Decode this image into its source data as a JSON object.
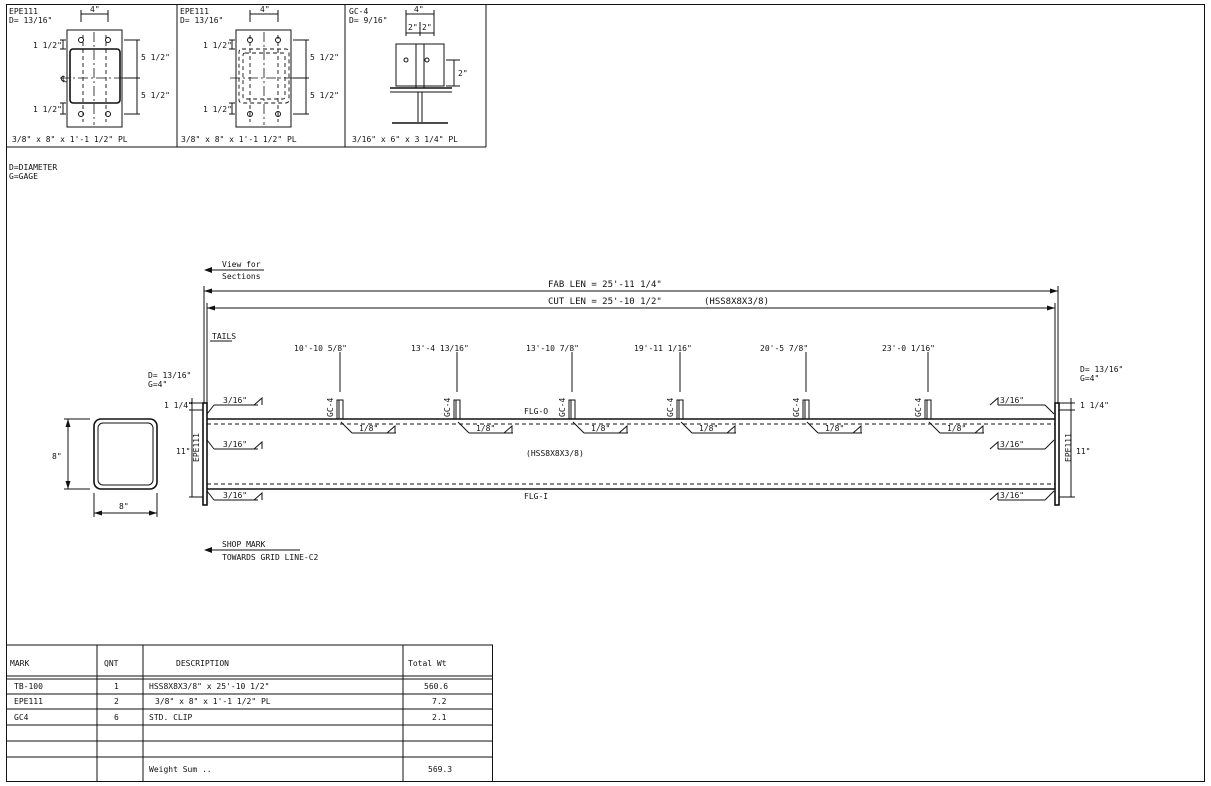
{
  "details": [
    {
      "title": "EPE111",
      "diameter": "D= 13/16\"",
      "width_dim": "4\"",
      "edge_top": "1 1/2\"",
      "edge_bottom": "1 1/2\"",
      "span_top": "5 1/2\"",
      "span_bottom": "5 1/2\"",
      "centerline": "℄",
      "caption": "3/8\" x 8\" x 1'-1 1/2\" PL"
    },
    {
      "title": "EPE111",
      "diameter": "D= 13/16\"",
      "width_dim": "4\"",
      "edge_top": "1 1/2\"",
      "edge_bottom": "1 1/2\"",
      "span_top": "5 1/2\"",
      "span_bottom": "5 1/2\"",
      "caption": "3/8\" x 8\" x 1'-1 1/2\" PL"
    },
    {
      "title": "GC-4",
      "diameter": "D= 9/16\"",
      "width_dim": "4\"",
      "gage_left": "2\"",
      "gage_right": "2\"",
      "height_dim": "2\"",
      "caption": "3/16\" x 6\" x 3 1/4\" PL"
    }
  ],
  "legend": {
    "diameter": "D=DIAMETER",
    "gage": "G=GAGE"
  },
  "view_for": {
    "line1": "View for",
    "line2": "Sections"
  },
  "fab_len": "FAB LEN = 25'-11 1/4\"",
  "cut_len": "CUT LEN = 25'-10 1/2\"",
  "member_top": "(HSS8X8X3/8)",
  "member_mid": "(HSS8X8X3/8)",
  "tails": "TAILS",
  "left_end": {
    "diameter": "D= 13/16\"",
    "gage": "G=4\"",
    "top_dim": "1 1/4\"",
    "height_dim": "11\"",
    "plate": "EPE111"
  },
  "right_end": {
    "diameter": "D= 13/16\"",
    "gage": "G=4\"",
    "top_dim": "1 1/4\"",
    "height_dim": "11\"",
    "plate": "EPE111"
  },
  "clips": [
    {
      "dim": "10'-10 5/8\"",
      "label": "GC-4"
    },
    {
      "dim": "13'-4 13/16\"",
      "label": "GC-4"
    },
    {
      "dim": "13'-10 7/8\"",
      "label": "GC-4"
    },
    {
      "dim": "19'-11 1/16\"",
      "label": "GC-4"
    },
    {
      "dim": "20'-5 7/8\"",
      "label": "GC-4"
    },
    {
      "dim": "23'-0 1/16\"",
      "label": "GC-4"
    }
  ],
  "clip_weld": "1/8\"",
  "end_weld": "3/16\"",
  "flg_o": "FLG-O",
  "flg_i": "FLG-I",
  "section": {
    "height": "8\"",
    "width": "8\""
  },
  "shop_mark": {
    "line1": "SHOP MARK",
    "line2": "TOWARDS GRID LINE-C2"
  },
  "bom": {
    "headers": [
      "MARK",
      "QNT",
      "DESCRIPTION",
      "Total Wt"
    ],
    "rows": [
      [
        "TB-100",
        "1",
        "HSS8X8X3/8\" x 25'-10 1/2\"",
        "560.6"
      ],
      [
        "EPE111",
        "2",
        "3/8\" x 8\" x 1'-1 1/2\" PL",
        "7.2"
      ],
      [
        "GC4",
        "6",
        "STD. CLIP",
        "2.1"
      ],
      [
        "",
        "",
        "",
        ""
      ],
      [
        "",
        "",
        "",
        ""
      ]
    ],
    "sum_label": "Weight Sum ..",
    "sum_value": "569.3"
  }
}
